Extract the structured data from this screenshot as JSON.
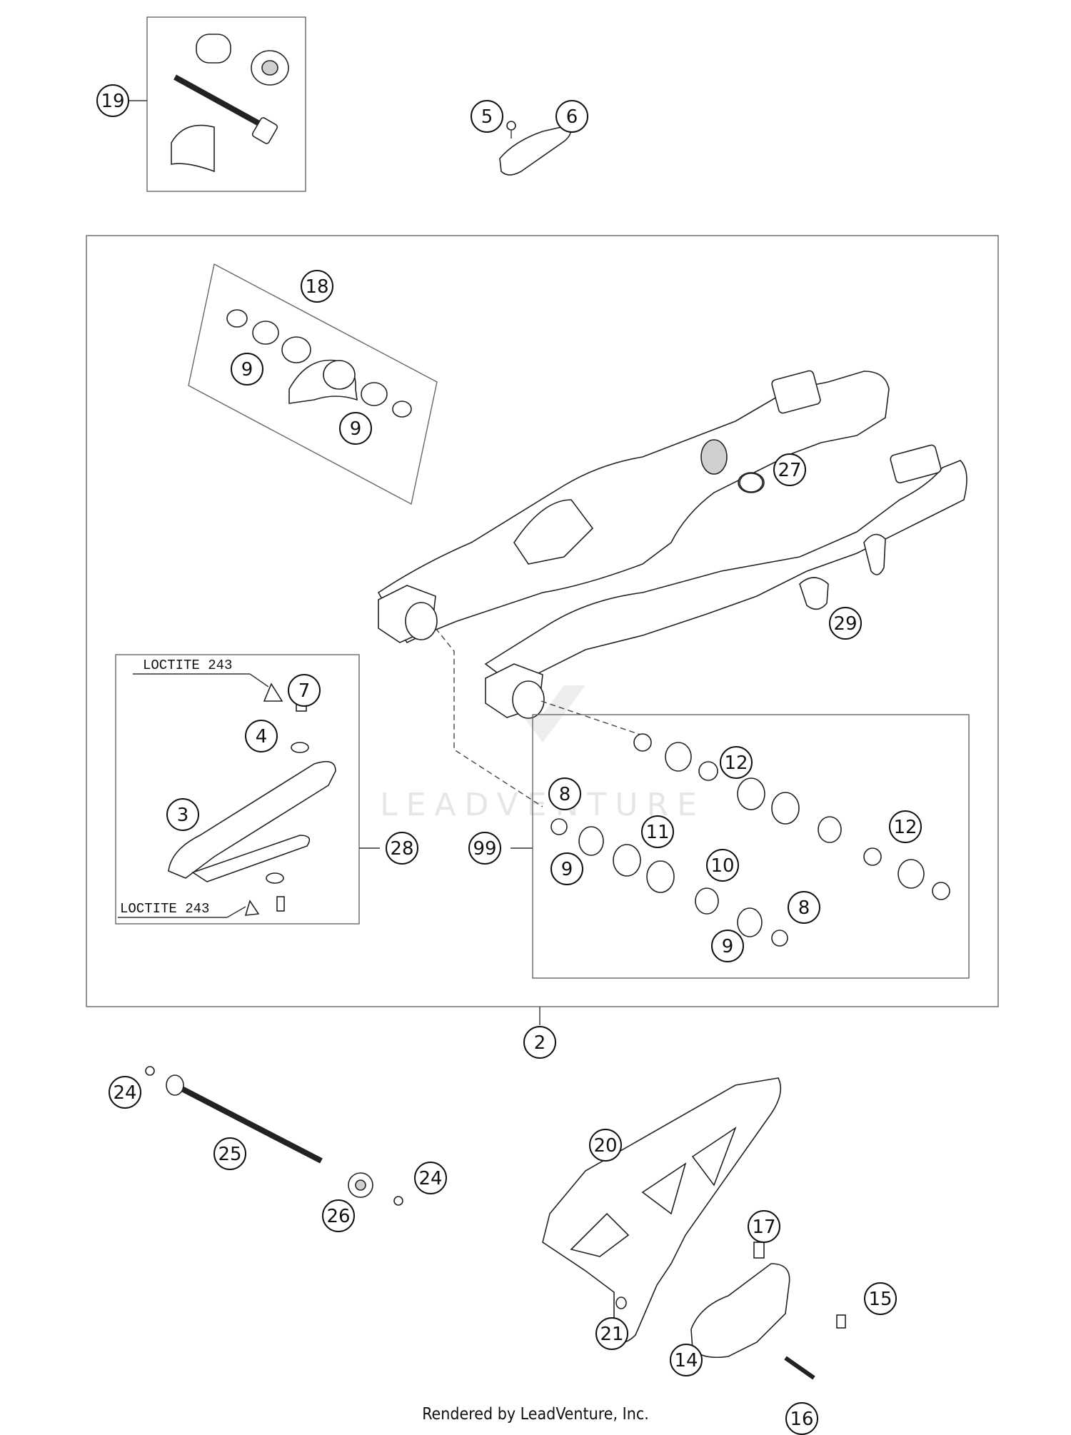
{
  "diagram": {
    "callouts": [
      {
        "label": "19"
      },
      {
        "label": "5"
      },
      {
        "label": "6"
      },
      {
        "label": "18"
      },
      {
        "label": "9"
      },
      {
        "label": "9"
      },
      {
        "label": "27"
      },
      {
        "label": "29"
      },
      {
        "label": "7"
      },
      {
        "label": "4"
      },
      {
        "label": "3"
      },
      {
        "label": "28"
      },
      {
        "label": "12"
      },
      {
        "label": "8"
      },
      {
        "label": "99"
      },
      {
        "label": "11"
      },
      {
        "label": "9"
      },
      {
        "label": "10"
      },
      {
        "label": "12"
      },
      {
        "label": "8"
      },
      {
        "label": "9"
      },
      {
        "label": "2"
      },
      {
        "label": "24"
      },
      {
        "label": "25"
      },
      {
        "label": "24"
      },
      {
        "label": "26"
      },
      {
        "label": "20"
      },
      {
        "label": "17"
      },
      {
        "label": "21"
      },
      {
        "label": "15"
      },
      {
        "label": "14"
      },
      {
        "label": "16"
      }
    ],
    "notes": [
      "LOCTITE 243",
      "LOCTITE 243"
    ],
    "watermark": "LEADVENTURE",
    "footer": "Rendered by LeadVenture, Inc."
  }
}
